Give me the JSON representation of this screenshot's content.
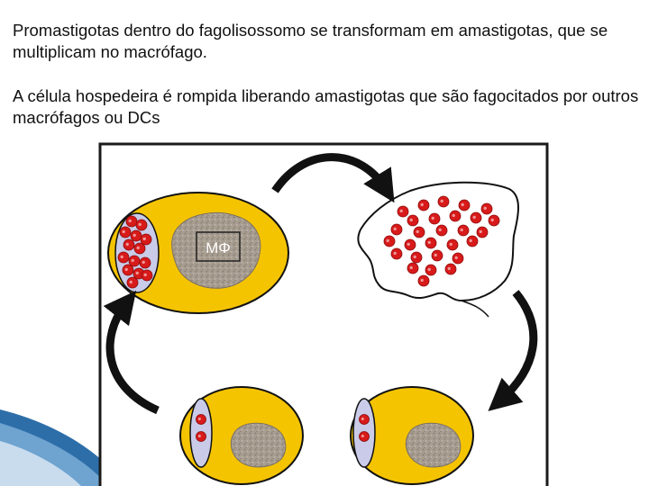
{
  "slide": {
    "paragraph_1": "Promastigotas dentro do fagolisossomo se transformam em amastigotas, que se multiplicam no macrófago.",
    "paragraph_2": "A célula hospedeira é rompida liberando amastigotas que são fagocitados por outros macrófagos ou DCs"
  },
  "diagram": {
    "nucleus_label": "MΦ",
    "colors": {
      "cell_fill": "#f5c400",
      "parasite": "#d81a1a",
      "nucleus": "#a79d90",
      "vacuole": "#c9cbe8",
      "arrow": "#111111",
      "corner_accent": "#2d6ea8"
    }
  }
}
